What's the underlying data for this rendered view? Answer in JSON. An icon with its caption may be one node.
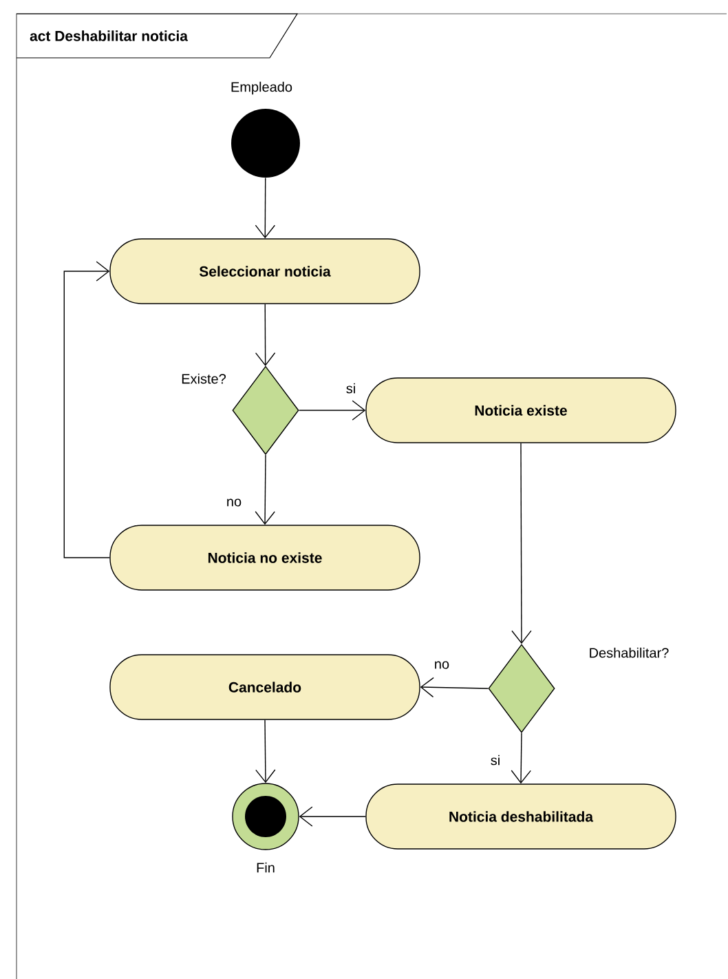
{
  "diagram": {
    "title": "act Deshabilitar noticia",
    "nodes": [
      {
        "text": [],
        "shape": "circle",
        "beside": [
          "Empleado"
        ]
      },
      {
        "text": [
          "Seleccionar noticia"
        ]
      },
      {
        "text": [],
        "shape": "diamond",
        "beside": [
          "Existe?"
        ]
      },
      {
        "text": [
          "Noticia existe"
        ]
      },
      {
        "text": [
          "Noticia no existe"
        ]
      },
      {
        "text": [],
        "shape": "diamond",
        "beside": [
          "Deshabilitar?"
        ]
      },
      {
        "text": [
          "Cancelado"
        ]
      },
      {
        "text": [
          "Noticia deshabilitada"
        ]
      },
      {
        "text": [],
        "shape": "circle",
        "beside": [
          "Fin"
        ]
      }
    ],
    "edges": [
      {
        "from": 0,
        "to": 1,
        "arrow": "to"
      },
      {
        "from": 1,
        "to": 2,
        "arrow": "to"
      },
      {
        "from": 2,
        "to": 3,
        "arrow": "to",
        "label": "si"
      },
      {
        "from": 2,
        "to": 4,
        "arrow": "to",
        "label": "no"
      },
      {
        "from": 4,
        "to": 1,
        "arrow": "to"
      },
      {
        "from": 3,
        "to": 5,
        "arrow": "to"
      },
      {
        "from": 5,
        "to": 6,
        "arrow": "to",
        "label": "no"
      },
      {
        "from": 5,
        "to": 7,
        "arrow": "to",
        "label": "si"
      },
      {
        "from": 6,
        "to": 8,
        "arrow": "to"
      },
      {
        "from": 7,
        "to": 8,
        "arrow": "to"
      }
    ]
  }
}
